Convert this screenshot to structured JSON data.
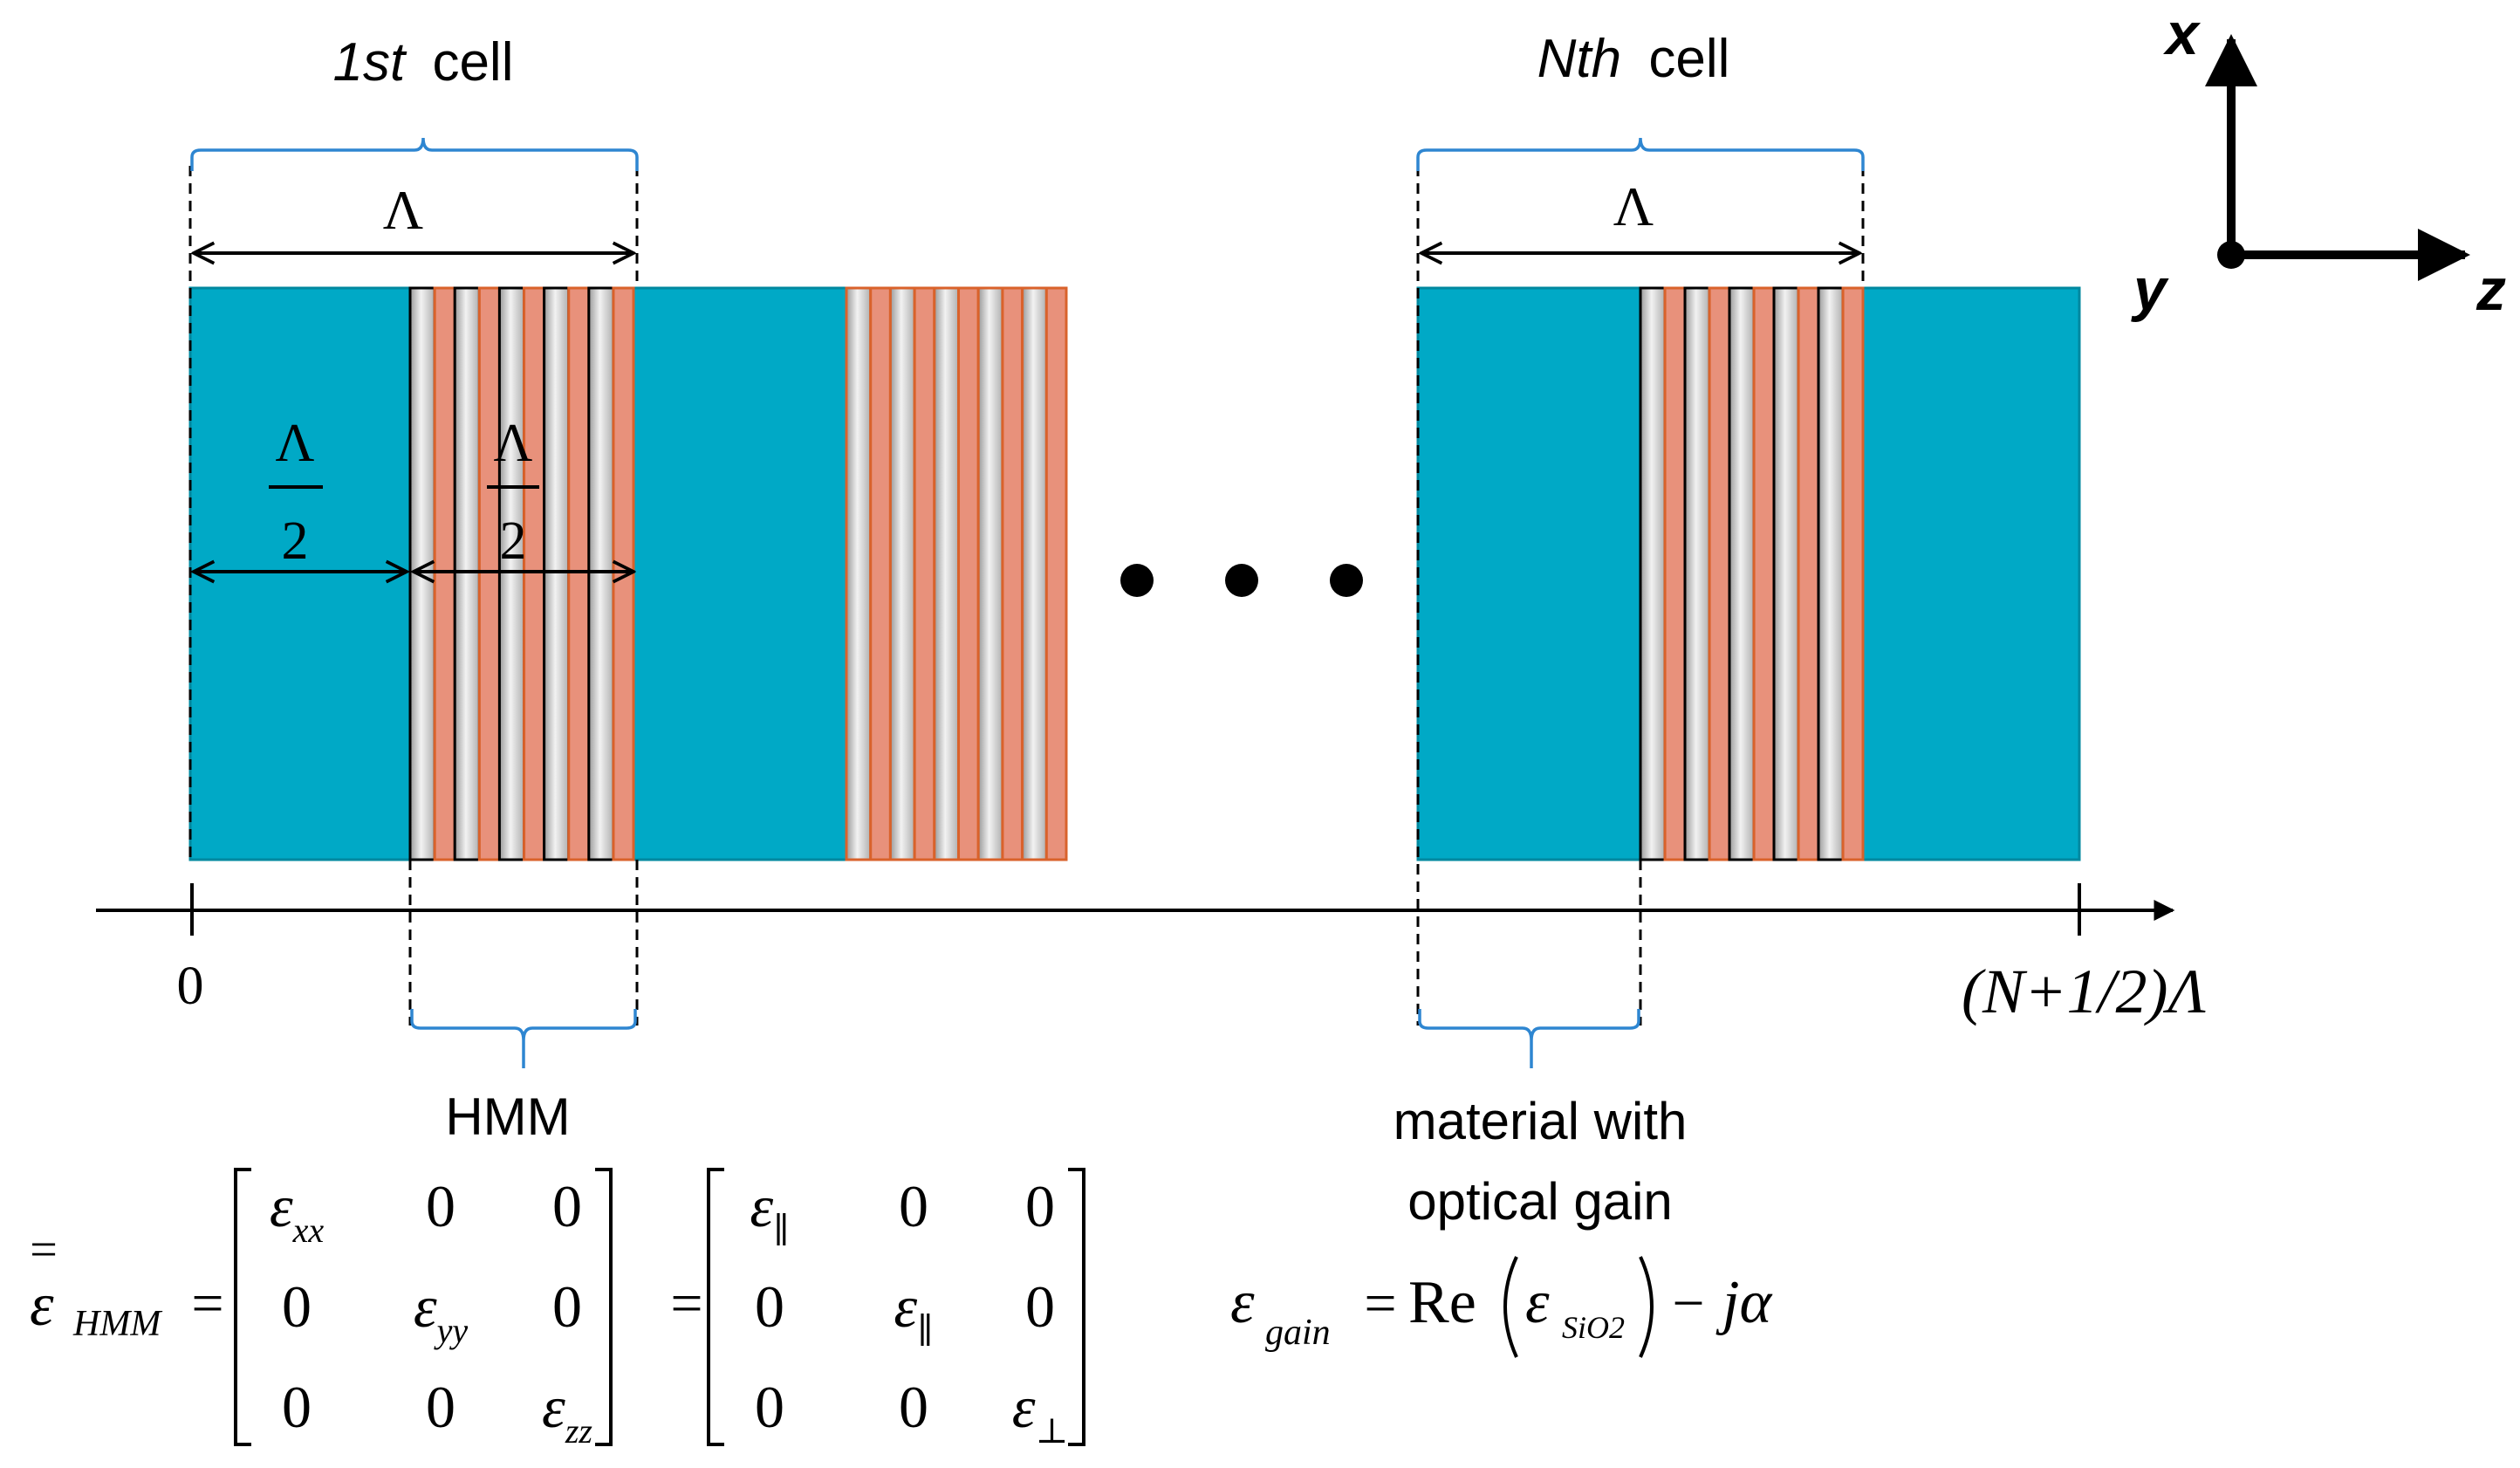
{
  "labels": {
    "cell_first_prefix": "1st",
    "cell_last_prefix": "Nth",
    "cell_word": "cell",
    "lambda": "Λ",
    "half_num": "Λ",
    "half_den": "2",
    "ellipsis_dots": "• • •",
    "axis_zero": "0",
    "axis_end": "(N+1/2)Λ",
    "hmm_label": "HMM",
    "gain_label_line1": "material with",
    "gain_label_line2": "optical gain",
    "coord_x": "x",
    "coord_y": "y",
    "coord_z": "z"
  },
  "equations": {
    "eps": "ε",
    "eps_hmm_sub": "HMM",
    "tensor_bar": "=",
    "equals": "=",
    "matrix1": [
      [
        "ε|xx",
        "0",
        "0"
      ],
      [
        "0",
        "ε|yy",
        "0"
      ],
      [
        "0",
        "0",
        "ε|zz"
      ]
    ],
    "matrix2": [
      [
        "ε|∥",
        "0",
        "0"
      ],
      [
        "0",
        "ε|∥",
        "0"
      ],
      [
        "0",
        "0",
        "ε|⊥"
      ]
    ],
    "gain_sub": "gain",
    "re": "Re",
    "sio2_sub": "SiO2",
    "minus": "−",
    "j_alpha": "jα"
  },
  "colors": {
    "gain_medium": "#00A9C6",
    "gain_edge": "#00889F",
    "metal_stripe": "#E8917B",
    "metal_edge": "#D9622B",
    "dielectric_stripe": "#D0D0D0",
    "brace": "#2E86D1",
    "ink": "#000000"
  }
}
